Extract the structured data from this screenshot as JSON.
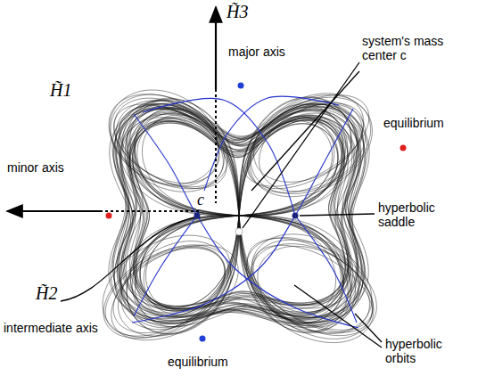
{
  "diagram": {
    "labels": [
      "H̃3",
      "major axis",
      "H̃1",
      "system's mass center c",
      "minor axis",
      "equilibrium",
      "c",
      "hyperbolic saddle",
      "H̃2",
      "intermediate axis",
      "hyperbolic orbits",
      "equilibrium"
    ]
  }
}
